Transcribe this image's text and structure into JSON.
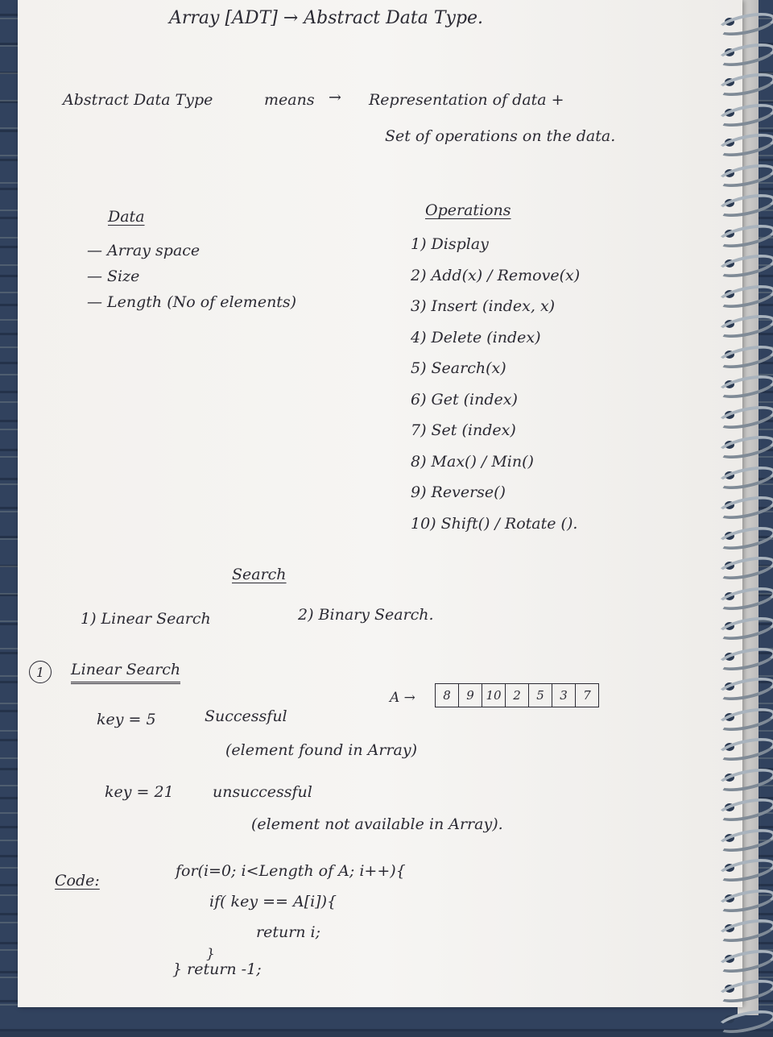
{
  "title": "Array [ADT] → Abstract Data Type.",
  "definition": {
    "term": "Abstract Data Type",
    "means": "means",
    "arrow": "→",
    "line1": "Representation of data +",
    "line2": "Set of operations on the data."
  },
  "data_section": {
    "heading": "Data",
    "items": [
      "— Array space",
      "— Size",
      "— Length (No of elements)"
    ]
  },
  "operations_section": {
    "heading": "Operations",
    "items": [
      "1) Display",
      "2) Add(x) / Remove(x)",
      "3) Insert (index, x)",
      "4) Delete (index)",
      "5) Search(x)",
      "6) Get (index)",
      "7) Set (index)",
      "8) Max() / Min()",
      "9) Reverse()",
      "10) Shift() / Rotate ()."
    ]
  },
  "search_section": {
    "heading": "Search",
    "type1": "1) Linear Search",
    "type2": "2) Binary Search."
  },
  "linear_search": {
    "number": "1",
    "heading": "Linear Search",
    "array_label": "A →",
    "array": [
      "8",
      "9",
      "10",
      "2",
      "5",
      "3",
      "7"
    ],
    "case1_key": "key = 5",
    "case1_result": "Successful",
    "case1_note": "(element found in Array)",
    "case2_key": "key = 21",
    "case2_result": "unsuccessful",
    "case2_note": "(element not available in Array)."
  },
  "code": {
    "label": "Code:",
    "lines": [
      "for(i=0; i<Length of A; i++){",
      "if( key == A[i]){",
      "return i;",
      "}",
      "} return -1;"
    ]
  },
  "colors": {
    "ink": "#2b2a33",
    "paper": "#f4f2ef",
    "mat": "#2b3a52",
    "spiral": "#a9b3bd"
  }
}
